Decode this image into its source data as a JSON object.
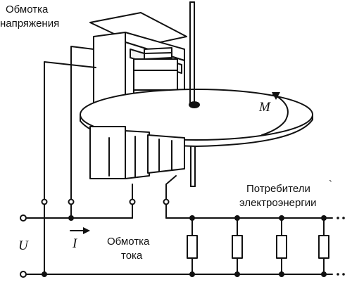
{
  "labels": {
    "voltage_coil": [
      "Обмотка",
      "напряжения"
    ],
    "current_coil": [
      "Обмотка",
      "тока"
    ],
    "consumers": [
      "Потребители",
      "электроэнергии"
    ],
    "torque": "M",
    "voltage": "U",
    "current": "I",
    "ellipsis": ":",
    "tick_mark": "`"
  },
  "colors": {
    "ink": "#111111",
    "background": "#ffffff",
    "shade": "#e6e6e6"
  }
}
